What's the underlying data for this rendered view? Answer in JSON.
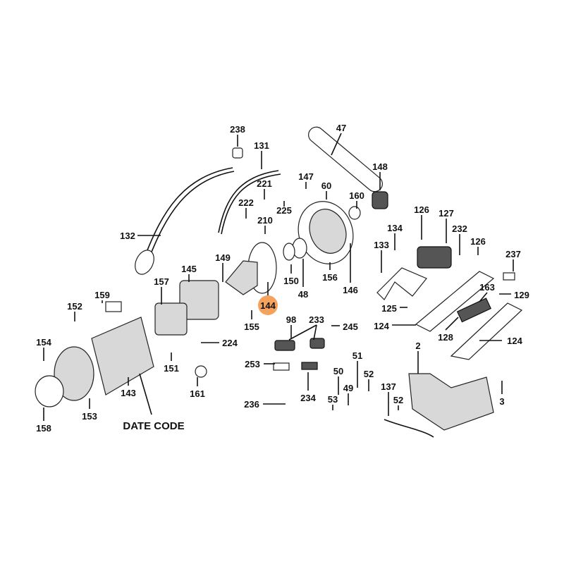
{
  "diagram": {
    "highlight_color": "#F5A25D",
    "highlighted_part": "144",
    "date_code_label": "DATE CODE",
    "labels": [
      "238",
      "131",
      "47",
      "148",
      "147",
      "221",
      "60",
      "160",
      "222",
      "225",
      "210",
      "132",
      "126",
      "127",
      "134",
      "232",
      "126",
      "133",
      "237",
      "145",
      "149",
      "150",
      "156",
      "48",
      "146",
      "157",
      "163",
      "129",
      "159",
      "152",
      "144",
      "125",
      "98",
      "233",
      "245",
      "155",
      "124",
      "128",
      "124",
      "154",
      "224",
      "2",
      "151",
      "253",
      "51",
      "50",
      "52",
      "234",
      "161",
      "143",
      "49",
      "137",
      "53",
      "52",
      "236",
      "3",
      "153",
      "158"
    ]
  }
}
